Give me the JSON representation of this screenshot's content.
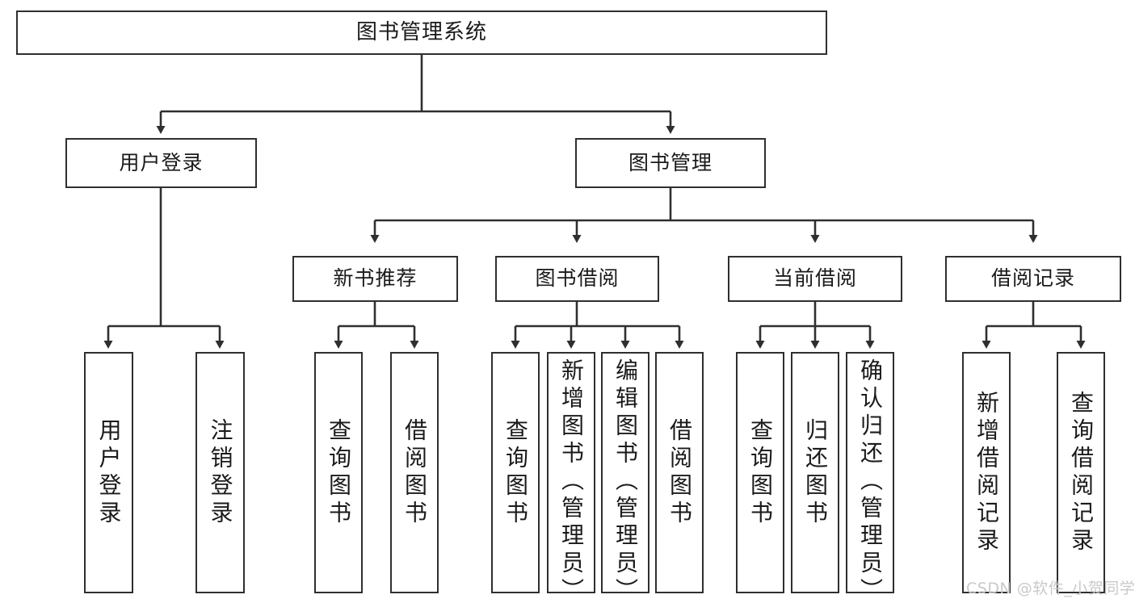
{
  "diagram": {
    "title": "图书管理系统",
    "type": "functional-decomposition-tree",
    "root": {
      "id": "root",
      "label": "图书管理系统"
    },
    "level2": [
      {
        "id": "user-login",
        "label": "用户登录"
      },
      {
        "id": "book-manage",
        "label": "图书管理"
      }
    ],
    "level3": [
      {
        "id": "new-book-rec",
        "label": "新书推荐",
        "parent": "book-manage"
      },
      {
        "id": "book-borrow",
        "label": "图书借阅",
        "parent": "book-manage"
      },
      {
        "id": "current-borrow",
        "label": "当前借阅",
        "parent": "book-manage"
      },
      {
        "id": "borrow-record",
        "label": "借阅记录",
        "parent": "book-manage"
      }
    ],
    "leaves": [
      {
        "id": "leaf-user-login",
        "label": "用户登录",
        "parent": "user-login"
      },
      {
        "id": "leaf-user-logout",
        "label": "注销登录",
        "parent": "user-login"
      },
      {
        "id": "leaf-query-book-1",
        "label": "查询图书",
        "parent": "new-book-rec"
      },
      {
        "id": "leaf-borrow-book-1",
        "label": "借阅图书",
        "parent": "new-book-rec"
      },
      {
        "id": "leaf-query-book-2",
        "label": "查询图书",
        "parent": "book-borrow"
      },
      {
        "id": "leaf-add-book",
        "label": "新增图书（管理员）",
        "parent": "book-borrow"
      },
      {
        "id": "leaf-edit-book",
        "label": "编辑图书（管理员）",
        "parent": "book-borrow"
      },
      {
        "id": "leaf-borrow-book-2",
        "label": "借阅图书",
        "parent": "book-borrow"
      },
      {
        "id": "leaf-query-book-3",
        "label": "查询图书",
        "parent": "current-borrow"
      },
      {
        "id": "leaf-return-book",
        "label": "归还图书",
        "parent": "current-borrow"
      },
      {
        "id": "leaf-confirm-return",
        "label": "确认归还（管理员）",
        "parent": "current-borrow"
      },
      {
        "id": "leaf-add-record",
        "label": "新增借阅记录",
        "parent": "borrow-record"
      },
      {
        "id": "leaf-query-record",
        "label": "查询借阅记录",
        "parent": "borrow-record"
      }
    ]
  },
  "watermark": {
    "text": "CSDN @软件_小贺同学"
  },
  "colors": {
    "stroke": "#2f2f2f",
    "background": "#ffffff",
    "text": "#1a1a1a",
    "watermark": "#c9c9c9"
  }
}
